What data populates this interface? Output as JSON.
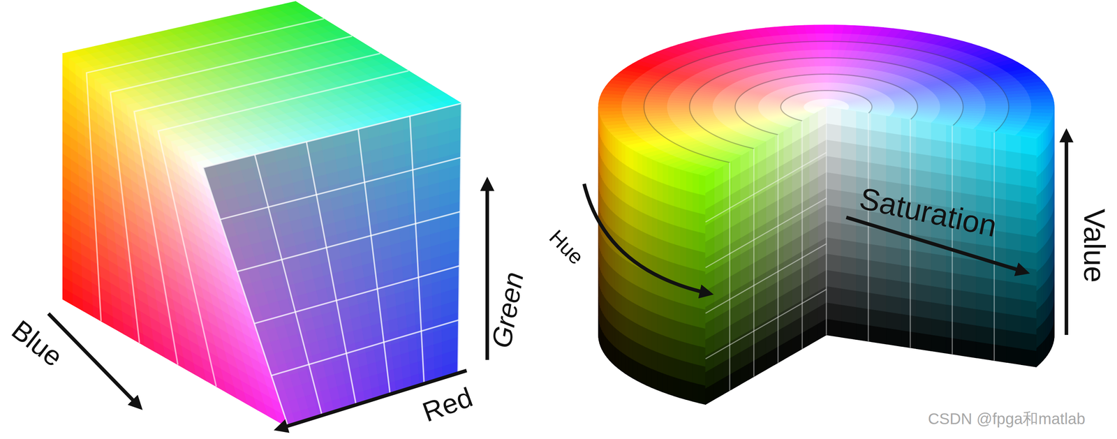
{
  "diagram": {
    "labels": [
      "Blue",
      "Red",
      "Green",
      "Hue",
      "Saturation",
      "Value",
      "CSDN @fpga和matlab"
    ]
  }
}
